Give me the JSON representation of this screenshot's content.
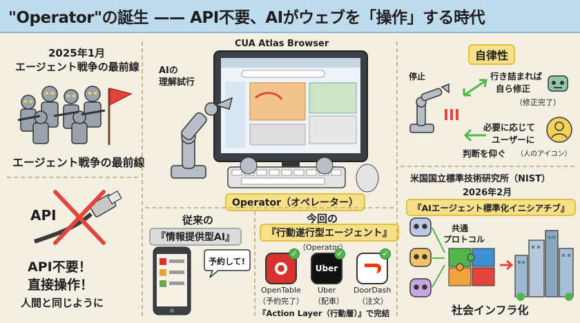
{
  "header": {
    "title": "\"Operator\"の誕生 —— API不要、AIがウェブを「操作」する時代"
  },
  "frontline": {
    "date": "2025年1月",
    "subtitle": "エージェント戦争の最前線",
    "caption": "エージェント戦争の最前線"
  },
  "browser": {
    "title": "CUA Atlas Browser",
    "ai_understanding": "AIの\n理解試行",
    "operator_label": "Operator（オペレーター）"
  },
  "api": {
    "api_label": "API",
    "no_api": "API不要！",
    "direct": "直接操作！",
    "like_human": "人間と同じように"
  },
  "conventional": {
    "heading_line1": "従来の",
    "heading_line2": "『情報提供型AI』",
    "speech": "予約して!"
  },
  "current": {
    "heading_line1": "今回の",
    "heading_line2": "『行動遂行型エージェント』",
    "sub": "（Operator）",
    "apps": [
      {
        "name": "OpenTable",
        "note": "（予約完了）",
        "color": "#d9322e"
      },
      {
        "name": "Uber",
        "note": "（配車）",
        "color": "#111111"
      },
      {
        "name": "DoorDash",
        "note": "（注文）",
        "color": "#ff3008"
      }
    ],
    "action_layer": "『Action Layer（行動層）』で完結"
  },
  "autonomy": {
    "title": "自律性",
    "stop": "停止",
    "self_fix_line1": "行き詰まれば",
    "self_fix_line2": "自ら修正",
    "fix_done": "（修正完了）",
    "ask_line1": "必要に応じて",
    "ask_line2": "ユーザーに",
    "ask_line3": "判断を仰ぐ",
    "person_icon": "（人のアイコン）"
  },
  "nist": {
    "org": "米国国立標準技術研究所（NIST）",
    "date": "2026年2月",
    "initiative": "『AIエージェント標準化イニシアチブ』",
    "protocol_line1": "共通",
    "protocol_line2": "プロトコル",
    "caption": "社会インフラ化"
  },
  "icons": {
    "robot_soldiers": "robot-soldiers-icon",
    "flag": "flag-icon",
    "monitor": "monitor-icon",
    "robot_arm": "robot-arm-icon",
    "cable": "cable-icon",
    "phone": "smartphone-icon",
    "puzzle": "puzzle-icon",
    "city": "city-icon",
    "person": "person-icon"
  },
  "colors": {
    "header_bg": "#bfdcef",
    "panel_bg": "#f4efe3",
    "accent_yellow": "#f7e08a",
    "accent_green": "#52b54b",
    "cross_red": "#e2453c"
  }
}
